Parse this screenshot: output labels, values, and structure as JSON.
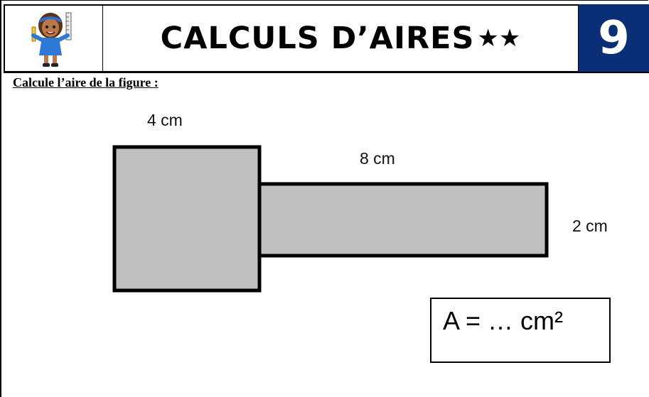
{
  "header": {
    "title": "CALCULS D’AIRES",
    "stars": "★★",
    "number": "9",
    "number_bg": "#0b2f76"
  },
  "instruction": "Calcule l’aire de la figure :",
  "figure": {
    "square_fill": "#c0c0c0",
    "label_top": "4 cm",
    "label_rect_length": "8 cm",
    "label_rect_height": "2 cm"
  },
  "answer": "A = … cm²"
}
